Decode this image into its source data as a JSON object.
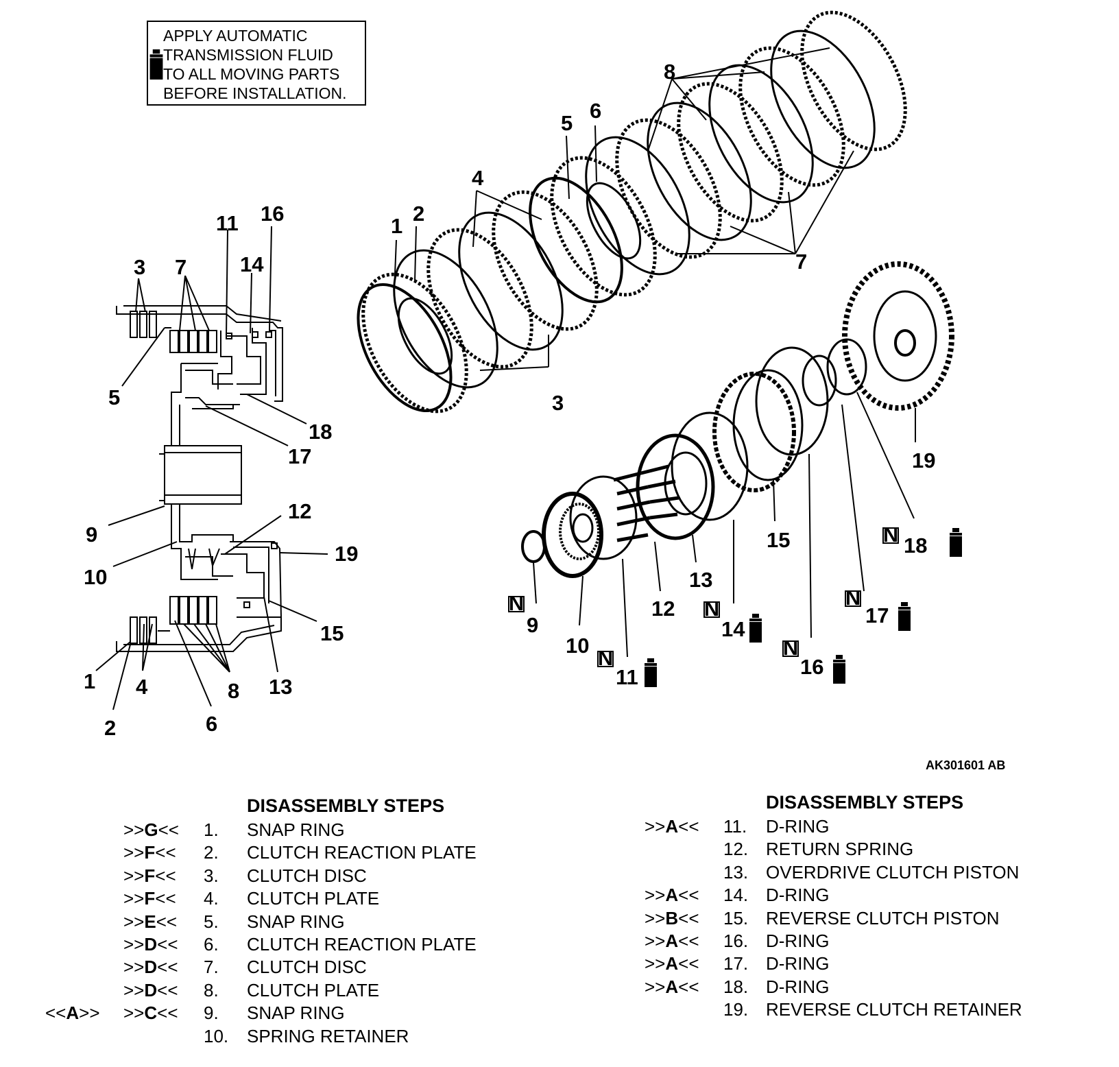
{
  "note": {
    "text": "APPLY AUTOMATIC\nTRANSMISSION FLUID\nTO ALL MOVING PARTS\nBEFORE INSTALLATION.",
    "icon": "fluid-bottle-icon"
  },
  "figure_id": "AK301601 AB",
  "new_part_mark": "N",
  "left_callouts": [
    "1",
    "2",
    "3",
    "4",
    "5",
    "6",
    "7",
    "8",
    "9",
    "10",
    "11",
    "12",
    "13",
    "14",
    "15",
    "16",
    "17",
    "18",
    "19"
  ],
  "exploded_callouts": [
    "1",
    "2",
    "3",
    "4",
    "5",
    "6",
    "7",
    "8",
    "9",
    "10",
    "11",
    "12",
    "13",
    "14",
    "15",
    "16",
    "17",
    "18",
    "19"
  ],
  "steps_left": {
    "title": "DISASSEMBLY STEPS",
    "rows": [
      {
        "pre": "",
        "ref": ">>G<<",
        "num": "1.",
        "name": "SNAP RING"
      },
      {
        "pre": "",
        "ref": ">>F<<",
        "num": "2.",
        "name": "CLUTCH REACTION PLATE"
      },
      {
        "pre": "",
        "ref": ">>F<<",
        "num": "3.",
        "name": "CLUTCH DISC"
      },
      {
        "pre": "",
        "ref": ">>F<<",
        "num": "4.",
        "name": "CLUTCH PLATE"
      },
      {
        "pre": "",
        "ref": ">>E<<",
        "num": "5.",
        "name": "SNAP RING"
      },
      {
        "pre": "",
        "ref": ">>D<<",
        "num": "6.",
        "name": "CLUTCH REACTION PLATE"
      },
      {
        "pre": "",
        "ref": ">>D<<",
        "num": "7.",
        "name": "CLUTCH DISC"
      },
      {
        "pre": "",
        "ref": ">>D<<",
        "num": "8.",
        "name": "CLUTCH PLATE"
      },
      {
        "pre": "<<A>>",
        "ref": ">>C<<",
        "num": "9.",
        "name": "SNAP RING"
      },
      {
        "pre": "",
        "ref": "",
        "num": "10.",
        "name": "SPRING RETAINER"
      }
    ]
  },
  "steps_right": {
    "title": "DISASSEMBLY STEPS",
    "rows": [
      {
        "ref": ">>A<<",
        "num": "11.",
        "name": "D-RING"
      },
      {
        "ref": "",
        "num": "12.",
        "name": "RETURN SPRING"
      },
      {
        "ref": "",
        "num": "13.",
        "name": "OVERDRIVE CLUTCH PISTON"
      },
      {
        "ref": ">>A<<",
        "num": "14.",
        "name": "D-RING"
      },
      {
        "ref": ">>B<<",
        "num": "15.",
        "name": "REVERSE CLUTCH PISTON"
      },
      {
        "ref": ">>A<<",
        "num": "16.",
        "name": "D-RING"
      },
      {
        "ref": ">>A<<",
        "num": "17.",
        "name": "D-RING"
      },
      {
        "ref": ">>A<<",
        "num": "18.",
        "name": "D-RING"
      },
      {
        "ref": "",
        "num": "19.",
        "name": "REVERSE CLUTCH RETAINER"
      }
    ]
  }
}
